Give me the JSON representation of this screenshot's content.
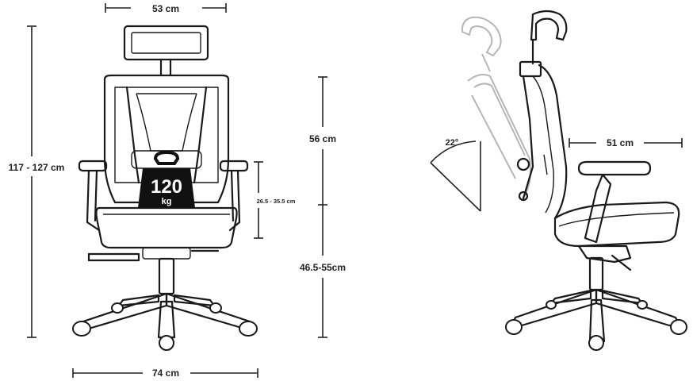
{
  "dimensions": {
    "headrest_width": "53 cm",
    "total_height": "117 - 127 cm",
    "back_height": "56 cm",
    "armrest_height": "26.5 - 35.5 cm",
    "seat_height": "46.5-55cm",
    "base_width": "74 cm",
    "recline_angle": "22°",
    "seat_depth": "51 cm"
  },
  "weight_badge": {
    "value": "120",
    "unit": "kg"
  }
}
